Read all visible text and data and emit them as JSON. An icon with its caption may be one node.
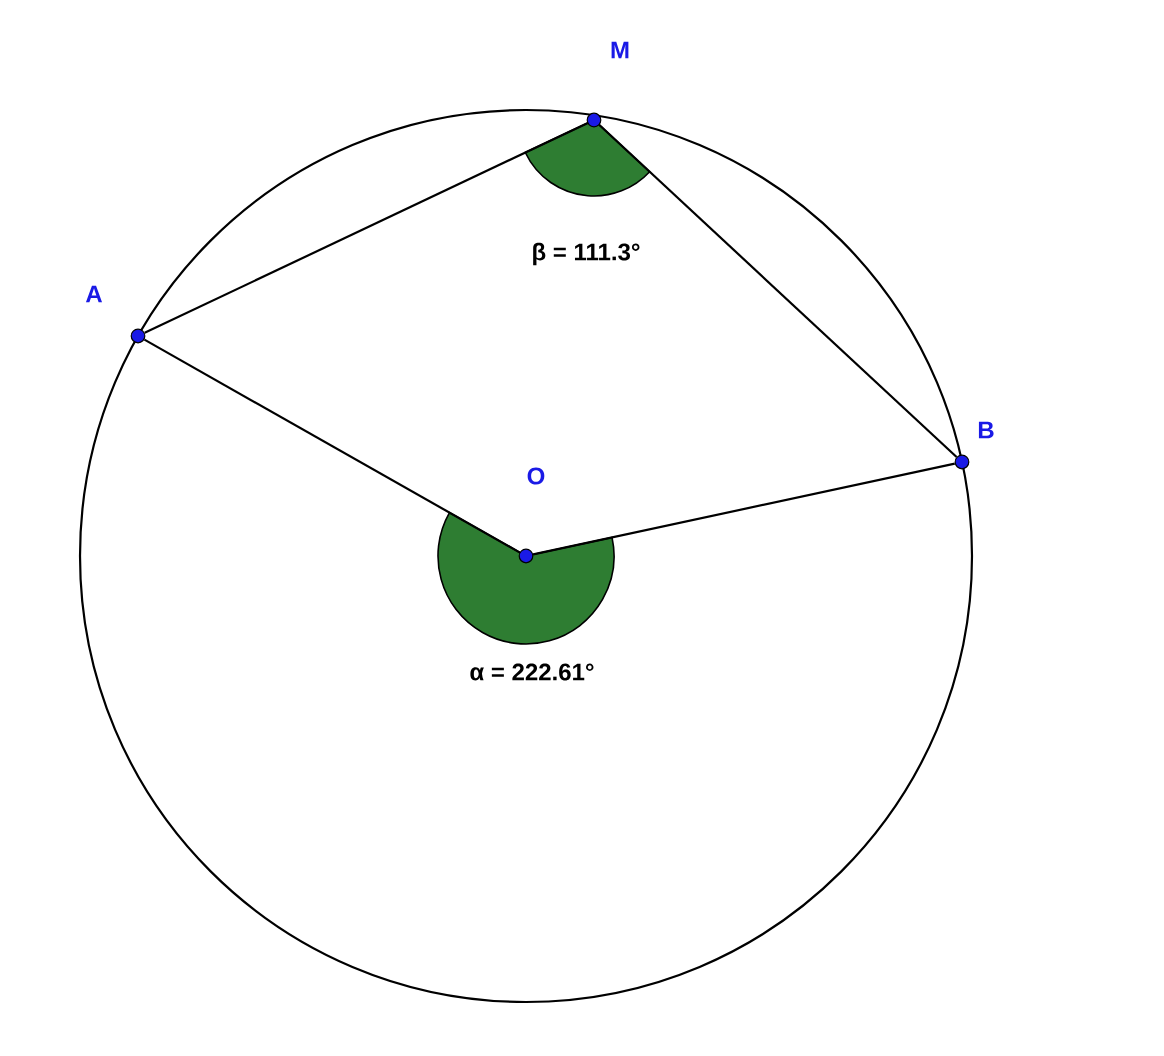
{
  "diagram": {
    "nodes": [
      {
        "text": [
          "M"
        ]
      },
      {
        "text": [
          "A"
        ]
      },
      {
        "text": [
          "B"
        ]
      },
      {
        "text": [
          "O"
        ]
      }
    ],
    "edges": [
      {
        "from": 1,
        "to": 0,
        "arrow": "none"
      },
      {
        "from": 0,
        "to": 2,
        "arrow": "none"
      },
      {
        "from": 1,
        "to": 3,
        "arrow": "none"
      },
      {
        "from": 3,
        "to": 2,
        "arrow": "none"
      }
    ],
    "labels": [
      "β = 111.3°",
      "α = 222.61°"
    ]
  }
}
